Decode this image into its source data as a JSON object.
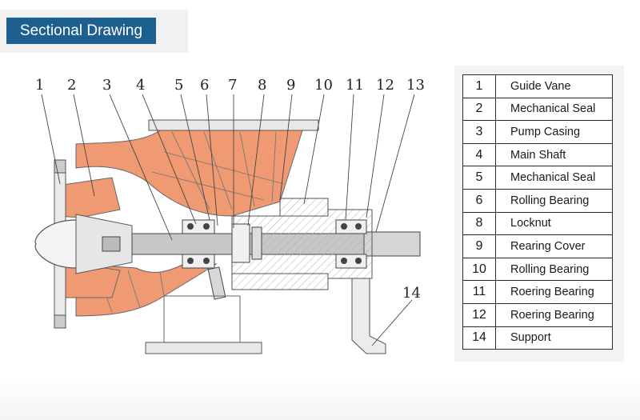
{
  "header": {
    "title": "Sectional Drawing"
  },
  "colors": {
    "accent": "#1d5f8e",
    "orange": "#ef9a72",
    "line": "#555555"
  },
  "callouts_top": [
    "1",
    "2",
    "3",
    "4",
    "5",
    "6",
    "7",
    "8",
    "9",
    "10",
    "11",
    "12",
    "13"
  ],
  "callout_bottom": "14",
  "legend": [
    {
      "num": "1",
      "name": "Guide Vane"
    },
    {
      "num": "2",
      "name": "Mechanical Seal"
    },
    {
      "num": "3",
      "name": "Pump Casing"
    },
    {
      "num": "4",
      "name": "Main Shaft"
    },
    {
      "num": "5",
      "name": "Mechanical Seal"
    },
    {
      "num": "6",
      "name": "Rolling Bearing"
    },
    {
      "num": "8",
      "name": "Locknut"
    },
    {
      "num": "9",
      "name": "Rearing Cover"
    },
    {
      "num": "10",
      "name": "Rolling Bearing"
    },
    {
      "num": "11",
      "name": "Roering Bearing"
    },
    {
      "num": "12",
      "name": "Roering Bearing"
    },
    {
      "num": "14",
      "name": "Support"
    }
  ]
}
